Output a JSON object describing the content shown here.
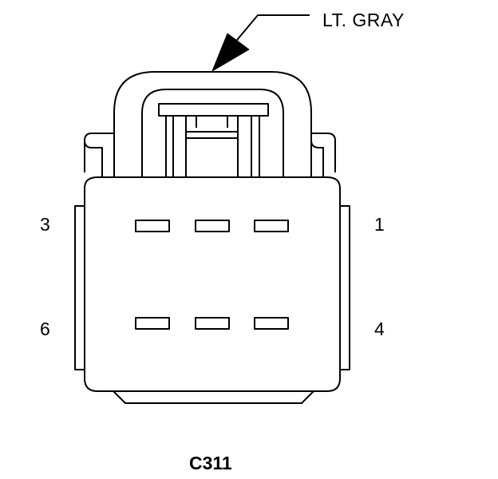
{
  "callout": {
    "color_label": "LT. GRAY"
  },
  "connector": {
    "id": "C311"
  },
  "pins": {
    "top_left": "3",
    "top_right": "1",
    "bottom_left": "6",
    "bottom_right": "4"
  },
  "colors": {
    "line": "#000000",
    "background": "#ffffff"
  }
}
